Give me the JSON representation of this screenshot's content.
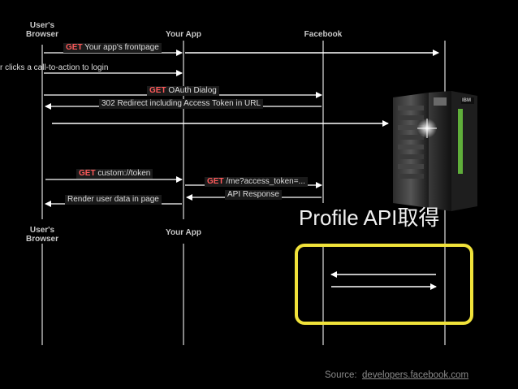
{
  "diagram": {
    "lifelines": {
      "browser_top": "User's\nBrowser",
      "app_top": "Your App",
      "facebook_top": "Facebook",
      "browser_bottom": "User's\nBrowser",
      "app_bottom": "Your App"
    },
    "messages": {
      "m1_get": "GET",
      "m1_text": " Your app's frontpage",
      "m2_text": "r clicks a call-to-action to login",
      "m3_get": "GET",
      "m3_text": " OAuth Dialog",
      "m4_text": "302 Redirect including Access Token in URL",
      "m5_get": "GET",
      "m5_text": " custom://token",
      "m6_get": "GET",
      "m6_text": " /me?access_token=...",
      "m7_text": "API Response",
      "m8_text": "Render user data in page"
    },
    "server_badge": "IBM",
    "highlight_title": "Profile API取得"
  },
  "footer": {
    "source_label": "Source:",
    "source_link": "developers.facebook.com"
  },
  "colors": {
    "background": "#000000",
    "highlight_border": "#f0e23a",
    "get_keyword": "#ff5a5a",
    "lines": "#ffffff"
  }
}
